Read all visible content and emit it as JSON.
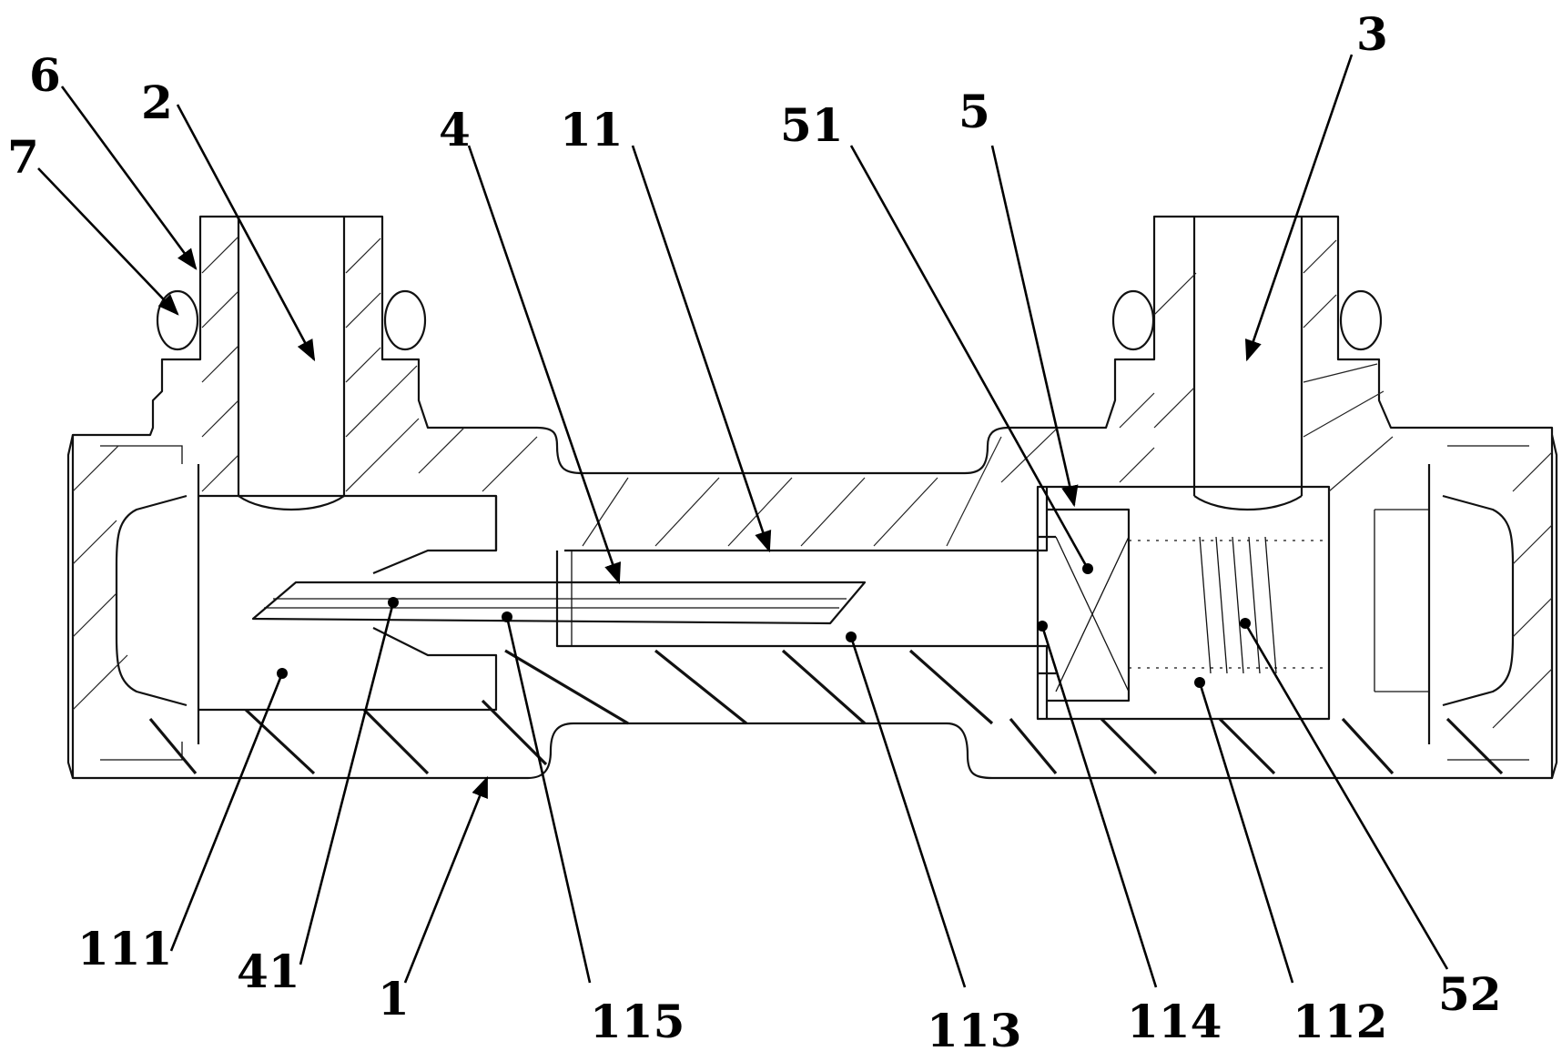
{
  "labels": {
    "l1": "1",
    "l2": "2",
    "l3": "3",
    "l4": "4",
    "l5": "5",
    "l6": "6",
    "l7": "7",
    "l11": "11",
    "l41": "41",
    "l51": "51",
    "l52": "52",
    "l111": "111",
    "l112": "112",
    "l113": "113",
    "l114": "114",
    "l115": "115"
  }
}
